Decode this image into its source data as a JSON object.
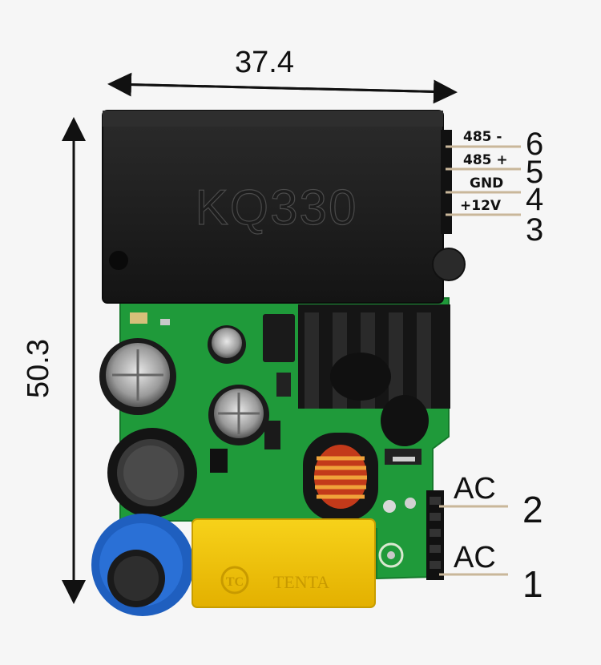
{
  "dimensions": {
    "width_label": "37.4",
    "height_label": "50.3"
  },
  "module": {
    "model": "KQ330",
    "capacitor_brand": "TENTA"
  },
  "top_pins": [
    {
      "label": "485 -",
      "number": "6"
    },
    {
      "label": "485 +",
      "number": "5"
    },
    {
      "label": "GND",
      "number": "4"
    },
    {
      "label": "+12V",
      "number": "3"
    }
  ],
  "ac_pins": [
    {
      "label": "AC",
      "number": "2"
    },
    {
      "label": "AC",
      "number": "1"
    }
  ],
  "colors": {
    "module_body": "#1d1d1d",
    "pcb": "#1f9a3a",
    "x_capacitor": "#f2c200",
    "blue_capacitor": "#1f5fbf",
    "background": "#f6f6f6"
  }
}
